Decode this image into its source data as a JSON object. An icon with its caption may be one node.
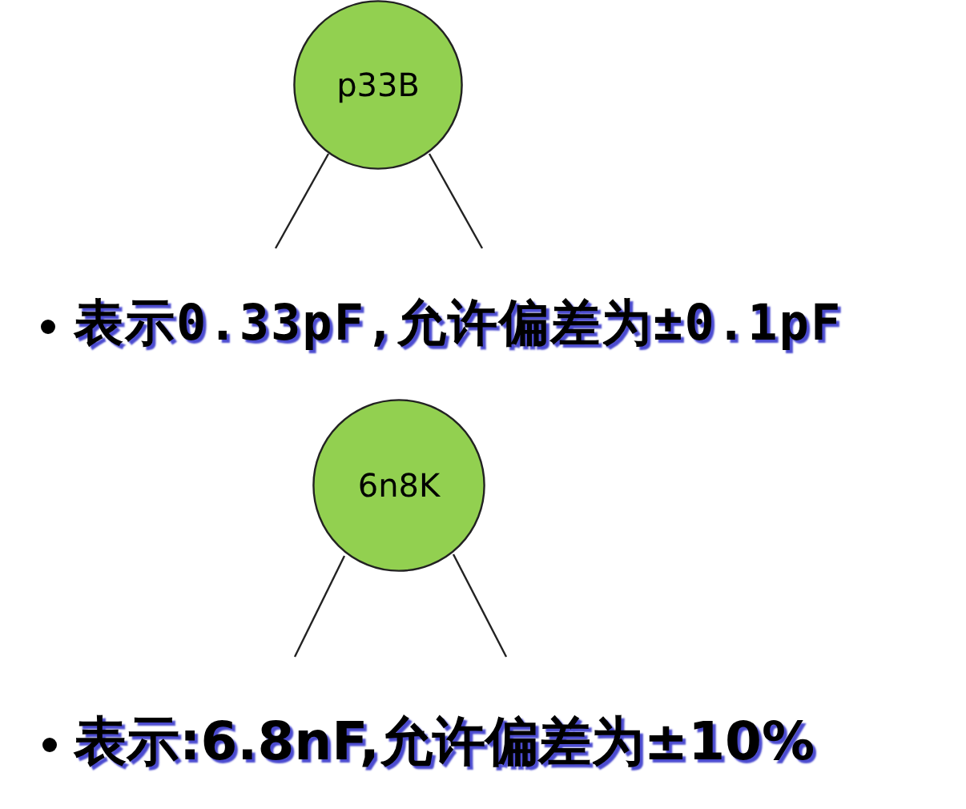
{
  "diagram": {
    "nodes": [
      {
        "text": [
          "p33B"
        ]
      },
      {
        "text": [
          "6n8K"
        ]
      }
    ],
    "labels": [
      "表示0.33pF,允许偏差为±0.1pF",
      "表示:6.8nF,允许偏差为±10%"
    ]
  }
}
